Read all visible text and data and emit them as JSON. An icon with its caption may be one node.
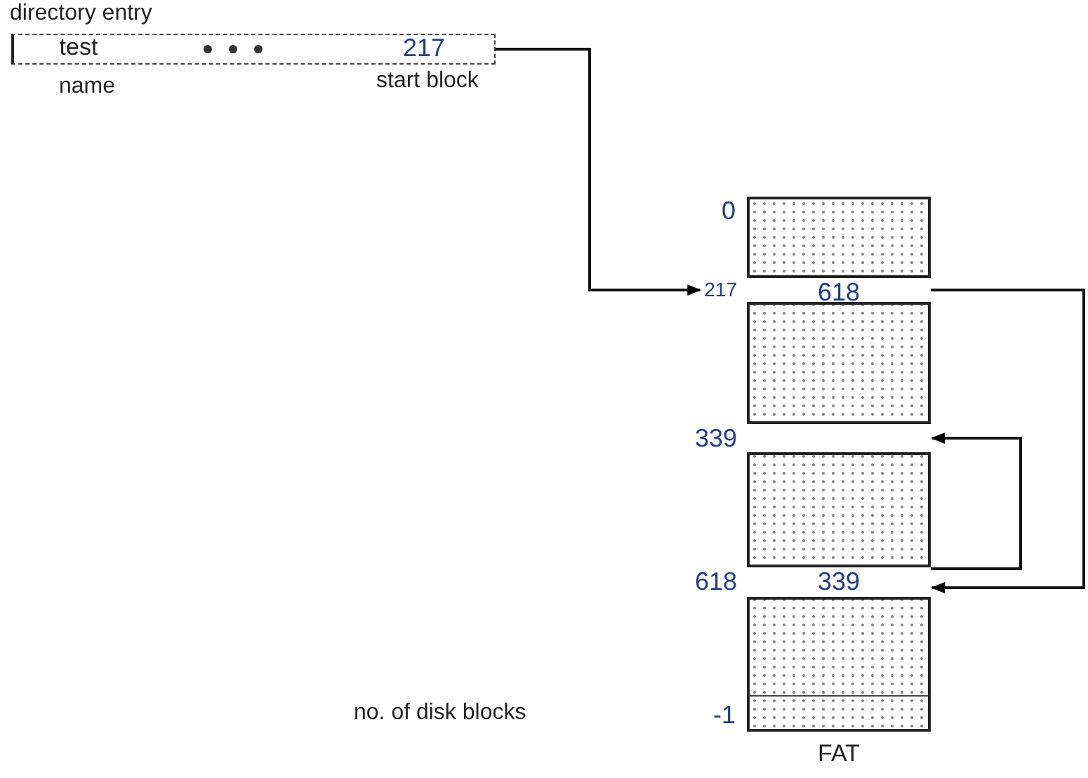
{
  "diagram": {
    "nodes": [
      {
        "text": [
          "directory entry"
        ]
      },
      {
        "text": [
          "test"
        ],
        "in": 0,
        "beside": [
          "name"
        ]
      },
      {
        "text": [
          "217"
        ],
        "in": 0,
        "beside": [
          "start block"
        ]
      },
      {
        "text": [
          "FAT"
        ]
      },
      {
        "text": [
          "618"
        ],
        "in": 3,
        "beside": [
          "217"
        ]
      },
      {
        "text": [],
        "shape": "box",
        "in": 3,
        "beside": [
          "339"
        ]
      },
      {
        "text": [
          "339"
        ],
        "in": 3,
        "beside": [
          "618"
        ]
      }
    ],
    "edges": [
      {
        "from": 2,
        "to": 4,
        "arrow": "to"
      },
      {
        "from": 4,
        "to": 6,
        "arrow": "to"
      },
      {
        "from": 6,
        "to": 5,
        "arrow": "to"
      }
    ],
    "labels": [
      "0",
      "no. of disk blocks",
      "-1"
    ]
  }
}
